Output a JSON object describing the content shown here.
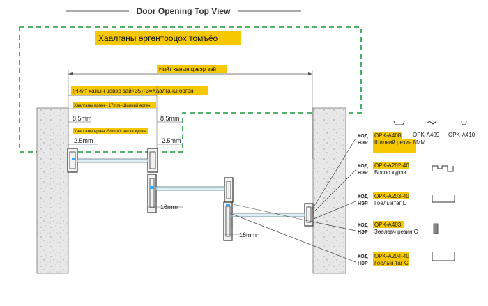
{
  "title": "Door Opening Top View",
  "banner": "Хаалганы өргөнтооцох томъёо",
  "overall_dim": "Нийт ханын цэвэр зай",
  "formula": "(Нийт ханын цэвэр зай+35)÷3=Хаалганы өргөн",
  "note1": "Хаалганы өргөн - 17mm=Шилний өргөн",
  "note2": "Хаалганы өргөн -5mm=Х эвтээ хүрээ",
  "dims": {
    "d85_left": "8.5mm",
    "d85_right": "8.5mm",
    "d25_left": "2.5mm",
    "d25_right": "2.5mm",
    "d16_a": "16mm",
    "d16_b": "16mm"
  },
  "parts": [
    {
      "code_label": "КОД",
      "name_label": "НЭР",
      "code": "OPK-A408",
      "name": "Шилний резин 8ММ",
      "alt1": "OPK-A409",
      "alt2": "OPK-A410"
    },
    {
      "code_label": "КОД",
      "name_label": "НЭР",
      "code": "OPK-A202-40",
      "name": "Босоо хүрээ"
    },
    {
      "code_label": "КОД",
      "name_label": "НЭР",
      "code": "OPK-A203-40",
      "name": "Гоёлынтаг D"
    },
    {
      "code_label": "КОД",
      "name_label": "НЭР",
      "code": "OPK-A403",
      "name": "Зөөлөвч резин C"
    },
    {
      "code_label": "КОД",
      "name_label": "НЭР",
      "code": "OPK-A204-40",
      "name": "Гоёлын таг C"
    }
  ]
}
